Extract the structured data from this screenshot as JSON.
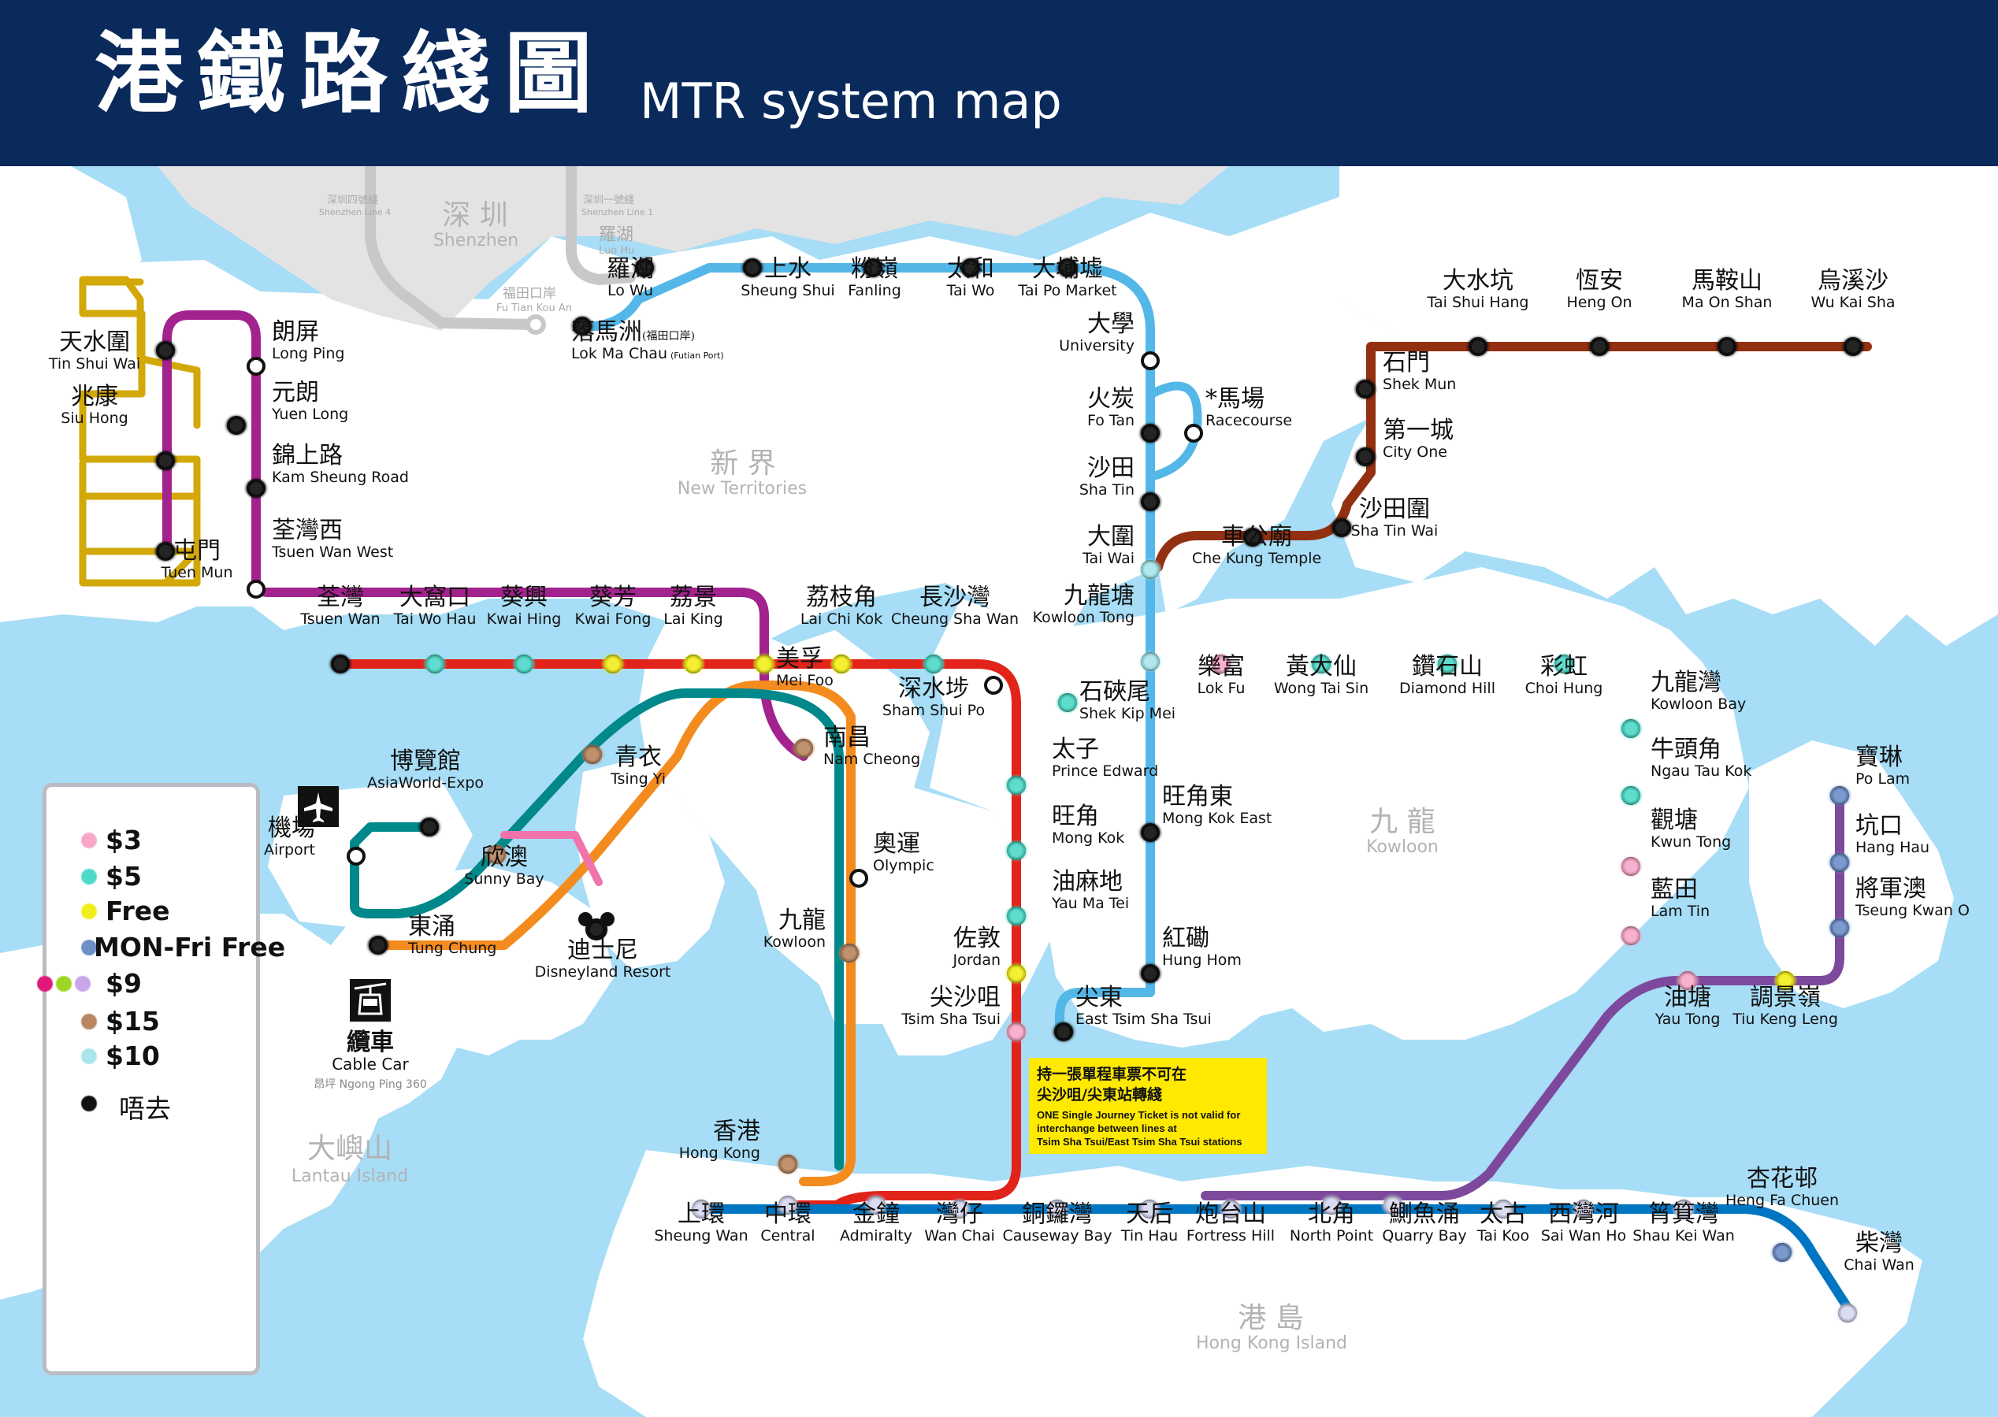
{
  "header": {
    "title_zh": "港鐵路綫圖",
    "title_en": "MTR system map"
  },
  "colors": {
    "header_bg": "#0a2a5c",
    "sea": "#a7ddf6",
    "land": "#ffffff",
    "shenzhen": "#e3e3e3",
    "east_rail": "#53b7e8",
    "tsuen_wan": "#e2231a",
    "west_rail": "#a3238e",
    "light_rail": "#d3a809",
    "kwun_tong": "#00a040",
    "island": "#0075c2",
    "tseung_kwan_o": "#7d499d",
    "ma_on_shan": "#923011",
    "tung_chung": "#f38b1f",
    "airport_express": "#00888a",
    "disneyland": "#f173ac"
  },
  "regions": [
    {
      "key": "shenzhen",
      "zh": "深 圳",
      "en": "Shenzhen"
    },
    {
      "key": "new_territories",
      "zh": "新 界",
      "en": "New Territories"
    },
    {
      "key": "kowloon",
      "zh": "九 龍",
      "en": "Kowloon"
    },
    {
      "key": "lantau",
      "zh": "大嶼山",
      "en": "Lantau Island"
    },
    {
      "key": "hk_island",
      "zh": "港 島",
      "en": "Hong Kong Island"
    }
  ],
  "shenzhen_labels": {
    "line4_zh": "深圳四號綫",
    "line4_en": "Shenzhen Line 4",
    "line1_zh": "深圳一號綫",
    "line1_en": "Shenzhen Line 1",
    "futian_zh": "福田口岸",
    "futian_en": "Fu Tian Kou An",
    "luohu_zh": "羅湖",
    "luohu_en": "Luo Hu"
  },
  "stations": [
    {
      "id": "lo_wu",
      "zh": "羅湖",
      "en": "Lo Wu",
      "fare": "none"
    },
    {
      "id": "lok_ma_chau",
      "zh": "落馬洲",
      "zh_note": "(福田口岸)",
      "en": "Lok Ma Chau",
      "en_note": "(Futian Port)",
      "fare": "none"
    },
    {
      "id": "sheung_shui",
      "zh": "上水",
      "en": "Sheung Shui",
      "fare": "none"
    },
    {
      "id": "fanling",
      "zh": "粉嶺",
      "en": "Fanling",
      "fare": "none"
    },
    {
      "id": "tai_wo",
      "zh": "太和",
      "en": "Tai Wo",
      "fare": "none"
    },
    {
      "id": "tai_po_market",
      "zh": "大埔墟",
      "en": "Tai Po Market",
      "fare": "none"
    },
    {
      "id": "university",
      "zh": "大學",
      "en": "University",
      "fare": "plain"
    },
    {
      "id": "racecourse",
      "zh": "*馬場",
      "en": "Racecourse",
      "fare": "plain"
    },
    {
      "id": "fo_tan",
      "zh": "火炭",
      "en": "Fo Tan",
      "fare": "none"
    },
    {
      "id": "sha_tin",
      "zh": "沙田",
      "en": "Sha Tin",
      "fare": "none"
    },
    {
      "id": "tai_wai",
      "zh": "大圍",
      "en": "Tai Wai",
      "fare": "10"
    },
    {
      "id": "kowloon_tong",
      "zh": "九龍塘",
      "en": "Kowloon Tong",
      "fare": "10"
    },
    {
      "id": "mong_kok_east",
      "zh": "旺角東",
      "en": "Mong Kok East",
      "fare": "none"
    },
    {
      "id": "hung_hom",
      "zh": "紅磡",
      "en": "Hung Hom",
      "fare": "none"
    },
    {
      "id": "east_tsim_sha_tsui",
      "zh": "尖東",
      "en": "East Tsim Sha Tsui",
      "fare": "none"
    },
    {
      "id": "che_kung_temple",
      "zh": "車公廟",
      "en": "Che Kung Temple",
      "fare": "none"
    },
    {
      "id": "sha_tin_wai",
      "zh": "沙田圍",
      "en": "Sha Tin Wai",
      "fare": "none"
    },
    {
      "id": "city_one",
      "zh": "第一城",
      "en": "City One",
      "fare": "none"
    },
    {
      "id": "shek_mun",
      "zh": "石門",
      "en": "Shek Mun",
      "fare": "none"
    },
    {
      "id": "tai_shui_hang",
      "zh": "大水坑",
      "en": "Tai Shui Hang",
      "fare": "none"
    },
    {
      "id": "heng_on",
      "zh": "恆安",
      "en": "Heng On",
      "fare": "none"
    },
    {
      "id": "ma_on_shan",
      "zh": "馬鞍山",
      "en": "Ma On Shan",
      "fare": "none"
    },
    {
      "id": "wu_kai_sha",
      "zh": "烏溪沙",
      "en": "Wu Kai Sha",
      "fare": "none"
    },
    {
      "id": "tin_shui_wai",
      "zh": "天水圍",
      "en": "Tin Shui Wai",
      "fare": "none"
    },
    {
      "id": "siu_hong",
      "zh": "兆康",
      "en": "Siu Hong",
      "fare": "none"
    },
    {
      "id": "tuen_mun",
      "zh": "屯門",
      "en": "Tuen Mun",
      "fare": "none"
    },
    {
      "id": "long_ping",
      "zh": "朗屏",
      "en": "Long Ping",
      "fare": "plain"
    },
    {
      "id": "yuen_long",
      "zh": "元朗",
      "en": "Yuen Long",
      "fare": "none"
    },
    {
      "id": "kam_sheung_road",
      "zh": "錦上路",
      "en": "Kam Sheung Road",
      "fare": "none"
    },
    {
      "id": "tsuen_wan_west",
      "zh": "荃灣西",
      "en": "Tsuen Wan West",
      "fare": "plain"
    },
    {
      "id": "tsuen_wan",
      "zh": "荃灣",
      "en": "Tsuen Wan",
      "fare": "none"
    },
    {
      "id": "tai_wo_hau",
      "zh": "大窩口",
      "en": "Tai Wo Hau",
      "fare": "5"
    },
    {
      "id": "kwai_hing",
      "zh": "葵興",
      "en": "Kwai Hing",
      "fare": "5"
    },
    {
      "id": "kwai_fong",
      "zh": "葵芳",
      "en": "Kwai Fong",
      "fare": "free"
    },
    {
      "id": "lai_king",
      "zh": "荔景",
      "en": "Lai King",
      "fare": "free"
    },
    {
      "id": "mei_foo",
      "zh": "美孚",
      "en": "Mei Foo",
      "fare": "free"
    },
    {
      "id": "lai_chi_kok",
      "zh": "荔枝角",
      "en": "Lai Chi Kok",
      "fare": "free"
    },
    {
      "id": "cheung_sha_wan",
      "zh": "長沙灣",
      "en": "Cheung Sha Wan",
      "fare": "5"
    },
    {
      "id": "sham_shui_po",
      "zh": "深水埗",
      "en": "Sham Shui Po",
      "fare": "plain"
    },
    {
      "id": "nam_cheong",
      "zh": "南昌",
      "en": "Nam Cheong",
      "fare": "15"
    },
    {
      "id": "prince_edward",
      "zh": "太子",
      "en": "Prince Edward",
      "fare": "5"
    },
    {
      "id": "mong_kok",
      "zh": "旺角",
      "en": "Mong Kok",
      "fare": "5"
    },
    {
      "id": "yau_ma_tei",
      "zh": "油麻地",
      "en": "Yau Ma Tei",
      "fare": "5"
    },
    {
      "id": "jordan",
      "zh": "佐敦",
      "en": "Jordan",
      "fare": "free"
    },
    {
      "id": "tsim_sha_tsui",
      "zh": "尖沙咀",
      "en": "Tsim Sha Tsui",
      "fare": "3"
    },
    {
      "id": "shek_kip_mei",
      "zh": "石硤尾",
      "en": "Shek Kip Mei",
      "fare": "5"
    },
    {
      "id": "lok_fu",
      "zh": "樂富",
      "en": "Lok Fu",
      "fare": "3"
    },
    {
      "id": "wong_tai_sin",
      "zh": "黃大仙",
      "en": "Wong Tai Sin",
      "fare": "5"
    },
    {
      "id": "diamond_hill",
      "zh": "鑽石山",
      "en": "Diamond Hill",
      "fare": "5"
    },
    {
      "id": "choi_hung",
      "zh": "彩虹",
      "en": "Choi Hung",
      "fare": "5"
    },
    {
      "id": "kowloon_bay",
      "zh": "九龍灣",
      "en": "Kowloon Bay",
      "fare": "5"
    },
    {
      "id": "ngau_tau_kok",
      "zh": "牛頭角",
      "en": "Ngau Tau Kok",
      "fare": "5"
    },
    {
      "id": "kwun_tong",
      "zh": "觀塘",
      "en": "Kwun Tong",
      "fare": "3"
    },
    {
      "id": "lam_tin",
      "zh": "藍田",
      "en": "Lam Tin",
      "fare": "3"
    },
    {
      "id": "yau_tong",
      "zh": "油塘",
      "en": "Yau Tong",
      "fare": "3"
    },
    {
      "id": "tiu_keng_leng",
      "zh": "調景嶺",
      "en": "Tiu Keng Leng",
      "fare": "free"
    },
    {
      "id": "po_lam",
      "zh": "寶琳",
      "en": "Po Lam",
      "fare": "mon_fri_free"
    },
    {
      "id": "hang_hau",
      "zh": "坑口",
      "en": "Hang Hau",
      "fare": "mon_fri_free"
    },
    {
      "id": "tseung_kwan_o",
      "zh": "將軍澳",
      "en": "Tseung Kwan O",
      "fare": "mon_fri_free"
    },
    {
      "id": "tsing_yi",
      "zh": "青衣",
      "en": "Tsing Yi",
      "fare": "15"
    },
    {
      "id": "sunny_bay",
      "zh": "欣澳",
      "en": "Sunny Bay",
      "fare": "15"
    },
    {
      "id": "disneyland_resort",
      "zh": "迪士尼",
      "en": "Disneyland Resort",
      "fare": "none"
    },
    {
      "id": "tung_chung",
      "zh": "東涌",
      "en": "Tung Chung",
      "fare": "none"
    },
    {
      "id": "airport",
      "zh": "機場",
      "en": "Airport",
      "fare": "plain"
    },
    {
      "id": "asiaworld_expo",
      "zh": "博覽館",
      "en": "AsiaWorld-Expo",
      "fare": "none"
    },
    {
      "id": "olympic",
      "zh": "奧運",
      "en": "Olympic",
      "fare": "plain"
    },
    {
      "id": "kowloon",
      "zh": "九龍",
      "en": "Kowloon",
      "fare": "15"
    },
    {
      "id": "hong_kong",
      "zh": "香港",
      "en": "Hong Kong",
      "fare": "15"
    },
    {
      "id": "sheung_wan",
      "zh": "上環",
      "en": "Sheung Wan",
      "fare": "9"
    },
    {
      "id": "central",
      "zh": "中環",
      "en": "Central",
      "fare": "9"
    },
    {
      "id": "admiralty",
      "zh": "金鐘",
      "en": "Admiralty",
      "fare": "9"
    },
    {
      "id": "wan_chai",
      "zh": "灣仔",
      "en": "Wan Chai",
      "fare": "9"
    },
    {
      "id": "causeway_bay",
      "zh": "銅鑼灣",
      "en": "Causeway Bay",
      "fare": "9"
    },
    {
      "id": "tin_hau",
      "zh": "天后",
      "en": "Tin Hau",
      "fare": "9"
    },
    {
      "id": "fortress_hill",
      "zh": "炮台山",
      "en": "Fortress Hill",
      "fare": "9"
    },
    {
      "id": "north_point",
      "zh": "北角",
      "en": "North Point",
      "fare": "9"
    },
    {
      "id": "quarry_bay",
      "zh": "鰂魚涌",
      "en": "Quarry Bay",
      "fare": "9"
    },
    {
      "id": "tai_koo",
      "zh": "太古",
      "en": "Tai Koo",
      "fare": "9"
    },
    {
      "id": "sai_wan_ho",
      "zh": "西灣河",
      "en": "Sai Wan Ho",
      "fare": "9"
    },
    {
      "id": "shau_kei_wan",
      "zh": "筲箕灣",
      "en": "Shau Kei Wan",
      "fare": "9"
    },
    {
      "id": "heng_fa_chuen",
      "zh": "杏花邨",
      "en": "Heng Fa Chuen",
      "fare": "mon_fri_free"
    },
    {
      "id": "chai_wan",
      "zh": "柴灣",
      "en": "Chai Wan",
      "fare": "9"
    }
  ],
  "extras": {
    "cable_car_zh": "纜車",
    "cable_car_en": "Cable Car",
    "cable_car_note": "昂坪 Ngong Ping 360"
  },
  "notice": {
    "zh_line1": "持一張單程車票不可在",
    "zh_line2": "尖沙咀/尖東站轉綫",
    "en_line1": "ONE Single Journey Ticket is not valid for",
    "en_line2": "interchange between lines at",
    "en_line3": "Tsim Sha Tsui/East Tsim Sha Tsui stations"
  },
  "legend": {
    "items": [
      {
        "key": "3",
        "label": "$3",
        "dot_colors": [
          "#f7a8c8"
        ]
      },
      {
        "key": "5",
        "label": "$5",
        "dot_colors": [
          "#4fd9c8"
        ]
      },
      {
        "key": "free",
        "label": "Free",
        "dot_colors": [
          "#f2ee1a"
        ]
      },
      {
        "key": "mon_fri_free",
        "label": "MON-Fri Free",
        "dot_colors": [
          "#6d8fc8"
        ]
      },
      {
        "key": "9",
        "label": "$9",
        "dot_colors": [
          "#e0197d",
          "#9ed624",
          "#c7a7e8"
        ]
      },
      {
        "key": "15",
        "label": "$15",
        "dot_colors": [
          "#b98661"
        ]
      },
      {
        "key": "10",
        "label": "$10",
        "dot_colors": [
          "#a8e6ec"
        ]
      },
      {
        "key": "none",
        "label": "唔去",
        "dot_colors": [
          "#111111"
        ]
      }
    ]
  }
}
